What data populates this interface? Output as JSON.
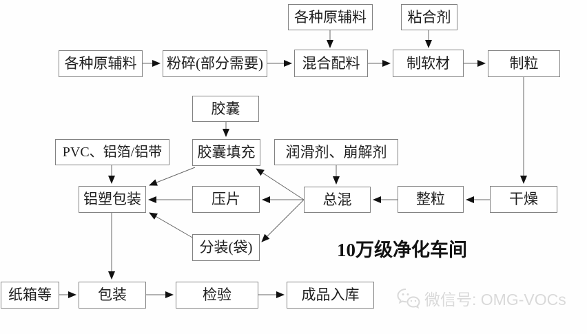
{
  "diagram": {
    "cleanroom_label": "10万级净化车间",
    "nodes": [
      {
        "id": "raw-materials-top",
        "label": "各种原辅料"
      },
      {
        "id": "binder",
        "label": "粘合剂"
      },
      {
        "id": "raw-materials",
        "label": "各种原辅料"
      },
      {
        "id": "crushing",
        "label": "粉碎(部分需要)"
      },
      {
        "id": "mixing",
        "label": "混合配料"
      },
      {
        "id": "soft-material",
        "label": "制软材"
      },
      {
        "id": "granulation",
        "label": "制粒"
      },
      {
        "id": "capsule",
        "label": "胶囊"
      },
      {
        "id": "pvc-foil",
        "label": "PVC、铝箔/铝带"
      },
      {
        "id": "capsule-filling",
        "label": "胶囊填充"
      },
      {
        "id": "lubricant-disintegrant",
        "label": "润滑剂、崩解剂"
      },
      {
        "id": "blister-packaging",
        "label": "铝塑包装"
      },
      {
        "id": "tableting",
        "label": "压片"
      },
      {
        "id": "total-mixing",
        "label": "总混"
      },
      {
        "id": "granule-sizing",
        "label": "整粒"
      },
      {
        "id": "drying",
        "label": "干燥"
      },
      {
        "id": "bagging",
        "label": "分装(袋)"
      },
      {
        "id": "carton",
        "label": "纸箱等"
      },
      {
        "id": "packaging",
        "label": "包装"
      },
      {
        "id": "inspection",
        "label": "检验"
      },
      {
        "id": "warehousing",
        "label": "成品入库"
      }
    ],
    "watermark": {
      "icon": "wechat-icon",
      "text": "微信号: OMG-VOCs",
      "color": "#d9d9d9"
    },
    "colors": {
      "box_border": "#828282",
      "line": "#666666",
      "arrowhead": "#111111",
      "text": "#1f1f1f"
    }
  }
}
